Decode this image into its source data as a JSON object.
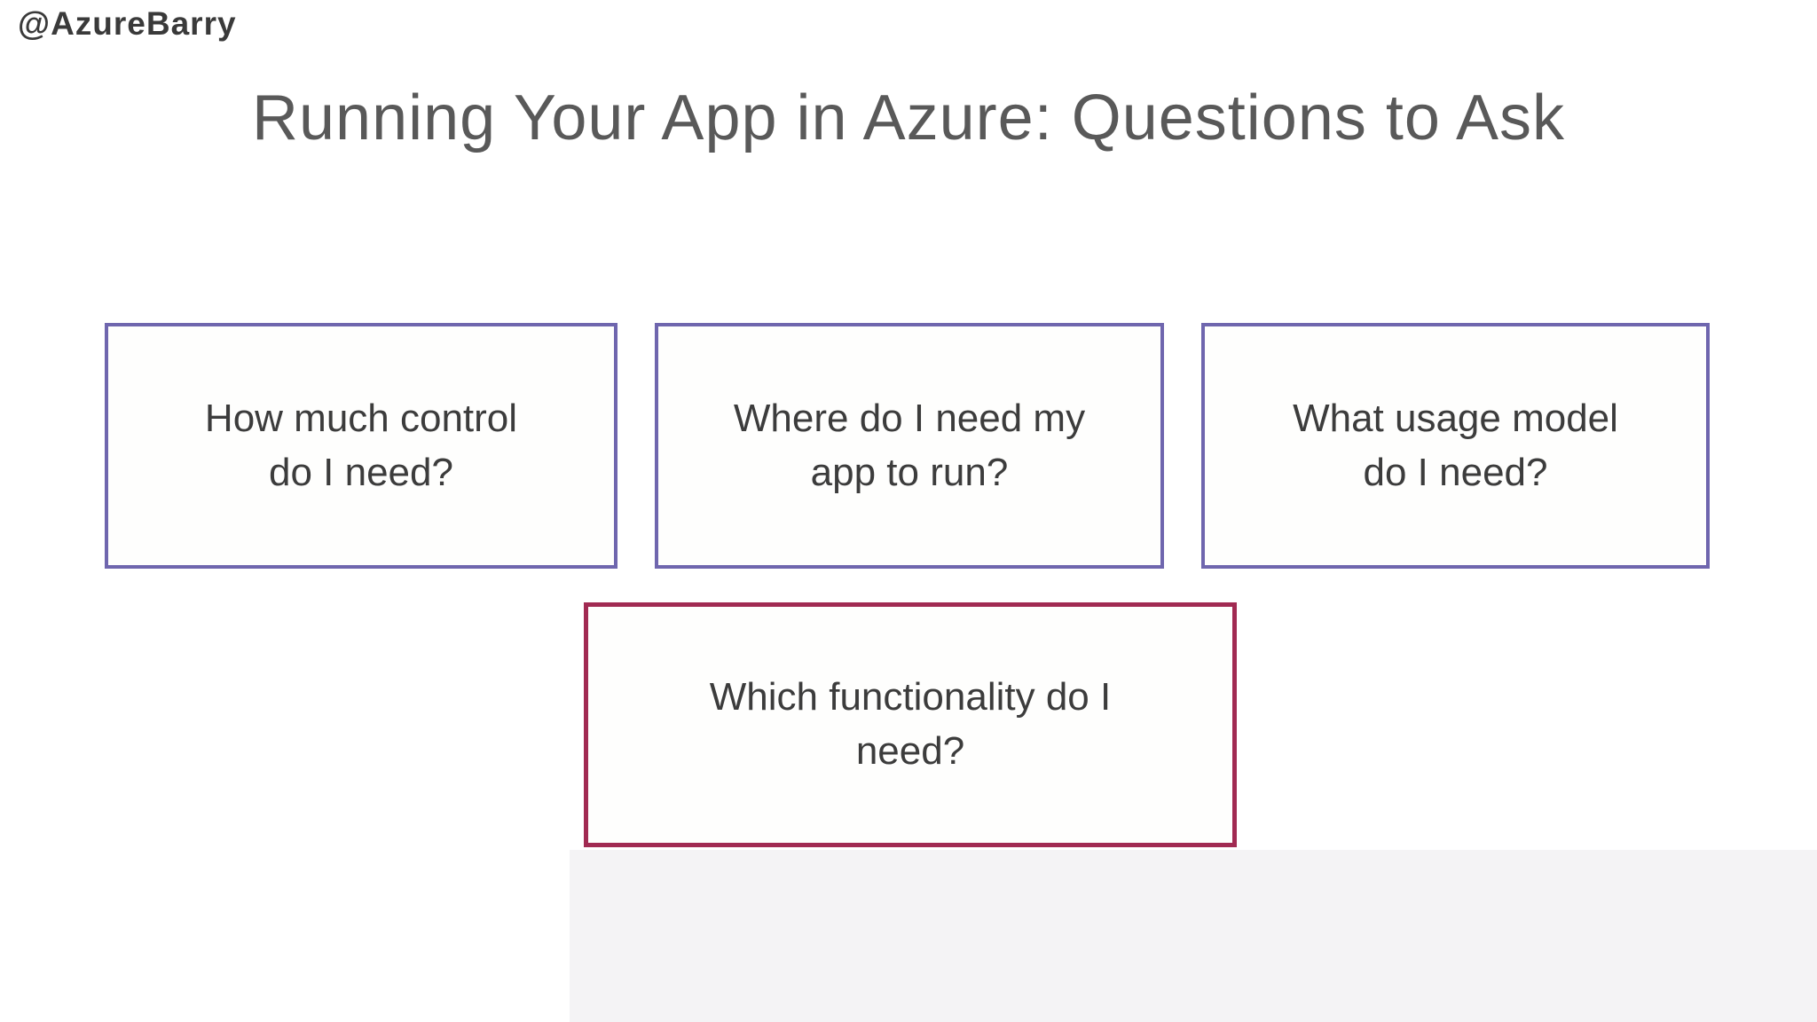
{
  "page": {
    "handle": "@AzureBarry",
    "title": "Running Your App in Azure: Questions to Ask"
  },
  "colors": {
    "handle_text": "#3a3a3a",
    "title_text": "#595959",
    "box_text": "#3c3c3c",
    "purple_border": "#6f66ae",
    "red_border": "#a12a52",
    "footer_panel": "#f4f3f5"
  },
  "boxes": [
    {
      "label": "How much control\ndo I need?",
      "border": "purple"
    },
    {
      "label": "Where do I need my\napp to run?",
      "border": "purple"
    },
    {
      "label": "What usage model\ndo I need?",
      "border": "purple"
    },
    {
      "label": "Which functionality do I\nneed?",
      "border": "red"
    }
  ]
}
